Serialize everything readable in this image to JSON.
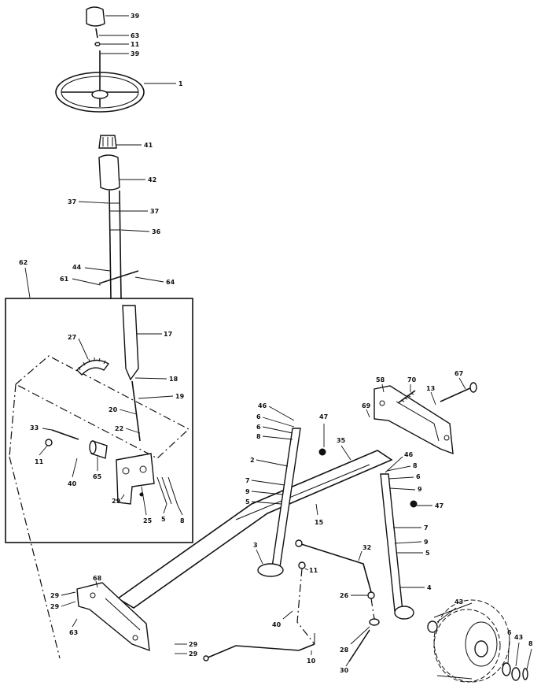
{
  "diagram": {
    "callouts": [
      {
        "id": "c39a",
        "text": "39"
      },
      {
        "id": "c63a",
        "text": "63"
      },
      {
        "id": "c11a",
        "text": "11"
      },
      {
        "id": "c39b",
        "text": "39"
      },
      {
        "id": "c1",
        "text": "1"
      },
      {
        "id": "c41",
        "text": "41"
      },
      {
        "id": "c42",
        "text": "42"
      },
      {
        "id": "c37a",
        "text": "37"
      },
      {
        "id": "c37b",
        "text": "37"
      },
      {
        "id": "c36",
        "text": "36"
      },
      {
        "id": "c62",
        "text": "62"
      },
      {
        "id": "c44",
        "text": "44"
      },
      {
        "id": "c61",
        "text": "61"
      },
      {
        "id": "c64",
        "text": "64"
      },
      {
        "id": "c27",
        "text": "27"
      },
      {
        "id": "c17",
        "text": "17"
      },
      {
        "id": "c18",
        "text": "18"
      },
      {
        "id": "c19",
        "text": "19"
      },
      {
        "id": "c20",
        "text": "20"
      },
      {
        "id": "c22",
        "text": "22"
      },
      {
        "id": "c33",
        "text": "33"
      },
      {
        "id": "c11b",
        "text": "11"
      },
      {
        "id": "c40a",
        "text": "40"
      },
      {
        "id": "c65",
        "text": "65"
      },
      {
        "id": "c29a",
        "text": "29"
      },
      {
        "id": "c25",
        "text": "25"
      },
      {
        "id": "c5a",
        "text": "5"
      },
      {
        "id": "c8a",
        "text": "8"
      },
      {
        "id": "c58",
        "text": "58"
      },
      {
        "id": "c70",
        "text": "70"
      },
      {
        "id": "c13",
        "text": "13"
      },
      {
        "id": "c67",
        "text": "67"
      },
      {
        "id": "c69",
        "text": "69"
      },
      {
        "id": "c46a",
        "text": "46"
      },
      {
        "id": "c6a",
        "text": "6"
      },
      {
        "id": "c6b",
        "text": "6"
      },
      {
        "id": "c8b",
        "text": "8"
      },
      {
        "id": "c47a",
        "text": "47"
      },
      {
        "id": "c35",
        "text": "35"
      },
      {
        "id": "c2",
        "text": "2"
      },
      {
        "id": "c7a",
        "text": "7"
      },
      {
        "id": "c9a",
        "text": "9"
      },
      {
        "id": "c5b",
        "text": "5"
      },
      {
        "id": "c15",
        "text": "15"
      },
      {
        "id": "c46b",
        "text": "46"
      },
      {
        "id": "c8c",
        "text": "8"
      },
      {
        "id": "c6c",
        "text": "6"
      },
      {
        "id": "c9b",
        "text": "9"
      },
      {
        "id": "c47b",
        "text": "47"
      },
      {
        "id": "c7b",
        "text": "7"
      },
      {
        "id": "c9c",
        "text": "9"
      },
      {
        "id": "c5c",
        "text": "5"
      },
      {
        "id": "c4",
        "text": "4"
      },
      {
        "id": "c3",
        "text": "3"
      },
      {
        "id": "c32",
        "text": "32"
      },
      {
        "id": "c11c",
        "text": "11"
      },
      {
        "id": "c26",
        "text": "26"
      },
      {
        "id": "c40b",
        "text": "40"
      },
      {
        "id": "c68",
        "text": "68"
      },
      {
        "id": "c29b",
        "text": "29"
      },
      {
        "id": "c29c",
        "text": "29"
      },
      {
        "id": "c63b",
        "text": "63"
      },
      {
        "id": "c29d",
        "text": "29"
      },
      {
        "id": "c29e",
        "text": "29"
      },
      {
        "id": "c10",
        "text": "10"
      },
      {
        "id": "c28",
        "text": "28"
      },
      {
        "id": "c30",
        "text": "30"
      },
      {
        "id": "c43a",
        "text": "43"
      },
      {
        "id": "c6d",
        "text": "6"
      },
      {
        "id": "c43b",
        "text": "43"
      },
      {
        "id": "c8d",
        "text": "8"
      }
    ]
  }
}
